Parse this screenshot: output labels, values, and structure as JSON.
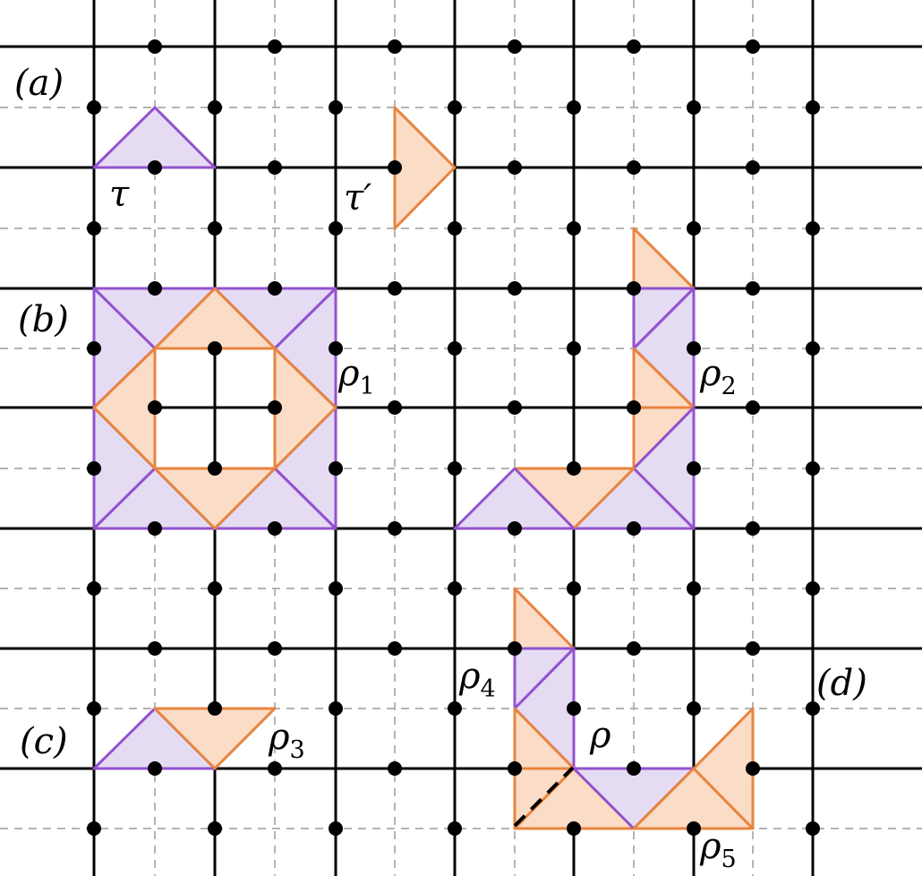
{
  "colors": {
    "purple_fill": "#e5dbf3",
    "purple_stroke": "#9352cf",
    "orange_fill": "#fbdcc7",
    "orange_stroke": "#e8843f",
    "grid_solid": "#000000",
    "grid_dashed": "#b4b4b4",
    "dot": "#000000"
  },
  "labels": {
    "a": "(a)",
    "b": "(b)",
    "c": "(c)",
    "d": "(d)",
    "tau": "τ",
    "tau_prime": "τ′",
    "rho": "ρ",
    "rho1_sub": "1",
    "rho2_sub": "2",
    "rho3_sub": "3",
    "rho4_sub": "4",
    "rho5_sub": "5"
  }
}
